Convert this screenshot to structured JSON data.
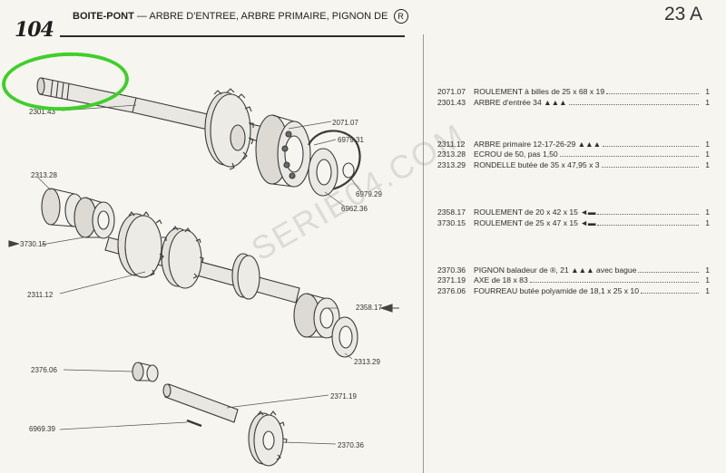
{
  "header": {
    "model": "104",
    "title_bold": "BOITE-PONT",
    "title_rest": "— ARBRE D'ENTREE, ARBRE PRIMAIRE, PIGNON DE",
    "title_circled": "R",
    "page_code": "23 A"
  },
  "callouts": {
    "c230143": "2301.43",
    "c207107": "2071.07",
    "c697931": "6979.31",
    "c697929": "6979.29",
    "c696236": "6962.36",
    "c231328": "2313.28",
    "c373015": "3730.15",
    "c231112": "2311.12",
    "c235817": "2358.17",
    "c231329": "2313.29",
    "c237606": "2376.06",
    "c237119": "2371.19",
    "c696939": "6969.39",
    "c237036": "2370.36"
  },
  "watermark": "SERIE04.COM",
  "parts": [
    [
      {
        "ref": "2071.07",
        "desc": "ROULEMENT à billes de 25 x 68 x 19",
        "qty": "1"
      },
      {
        "ref": "2301.43",
        "desc": "ARBRE d'entrée 34 ▲▲▲",
        "qty": "1"
      }
    ],
    [
      {
        "ref": "2311.12",
        "desc": "ARBRE primaire 12-17-26-29 ▲▲▲",
        "qty": "1"
      },
      {
        "ref": "2313.28",
        "desc": "ECROU de 50, pas 1,50",
        "qty": "1"
      },
      {
        "ref": "2313.29",
        "desc": "RONDELLE butée de 35 x 47,95 x 3",
        "qty": "1"
      }
    ],
    [
      {
        "ref": "2358.17",
        "desc": "ROULEMENT de 20 x 42 x 15 ◄▬",
        "qty": "1"
      },
      {
        "ref": "3730.15",
        "desc": "ROULEMENT de 25 x 47 x 15 ◄▬",
        "qty": "1"
      }
    ],
    [
      {
        "ref": "2370.36",
        "desc": "PIGNON baladeur de ®, 21 ▲▲▲ avec bague",
        "qty": "1"
      },
      {
        "ref": "2371.19",
        "desc": "AXE de 18 x 83",
        "qty": "1"
      },
      {
        "ref": "2376.06",
        "desc": "FOURREAU butée polyamide de 18,1 x 25 x 10",
        "qty": "1"
      }
    ]
  ]
}
